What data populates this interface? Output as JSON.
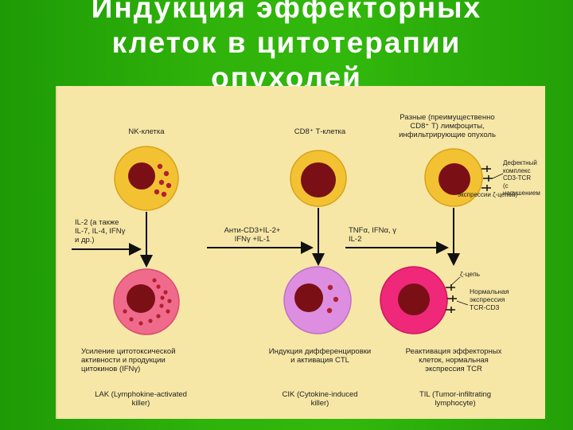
{
  "title": {
    "line1": "Индукция эффекторных",
    "line2": "клеток в цитотерапии",
    "line3": "опухолей"
  },
  "diagram": {
    "columns": [
      {
        "header": [
          "NK-клетка"
        ],
        "stimulus": [
          "IL-2 (а также",
          "IL-7, IL-4, IFNγ",
          "и др.)"
        ],
        "effect": [
          "Усиление цитотоксической",
          "активности и продукции",
          "цитокинов (IFNγ)"
        ],
        "cell_type": [
          "LAK (Lymphokine-activated",
          "killer)"
        ]
      },
      {
        "header": [
          "CD8⁺ Т-клетка"
        ],
        "stimulus": [
          "Анти-CD3+IL-2+",
          "IFNγ +IL-1"
        ],
        "effect": [
          "Индукция дифференцировки",
          "и активация CTL"
        ],
        "cell_type": [
          "CIK (Cytokine-induced",
          "killer)"
        ]
      },
      {
        "header": [
          "Разные (преимущественно",
          "CD8⁺ Т) лимфоциты,",
          "инфильтрирующие опухоль"
        ],
        "stimulus": [
          "TNFα, IFNα, γ",
          "IL-2"
        ],
        "effect": [
          "Реактивация эффекторных",
          "клеток, нормальная",
          "экспрессия TCR"
        ],
        "cell_type": [
          "TIL (Tumor-infiltrating",
          "lymphocyte)"
        ]
      }
    ],
    "defect_note": [
      "Дефектный",
      "комплекс",
      "CD3-TCR",
      "(с нарушением",
      "экспрессии ζ-цепей)"
    ],
    "zeta_label": "ζ-цепь",
    "normal_note": [
      "Нормальная",
      "экспрессия",
      "TCR-CD3"
    ],
    "colors": {
      "panel": "#f7e7a6",
      "resting_cell": "#f2c233",
      "nk_activated": "#f06a8c",
      "cik_activated": "#dd8ee0",
      "til_activated": "#f0287a",
      "nucleus": "#7a1016",
      "granule": "#b02030"
    }
  }
}
